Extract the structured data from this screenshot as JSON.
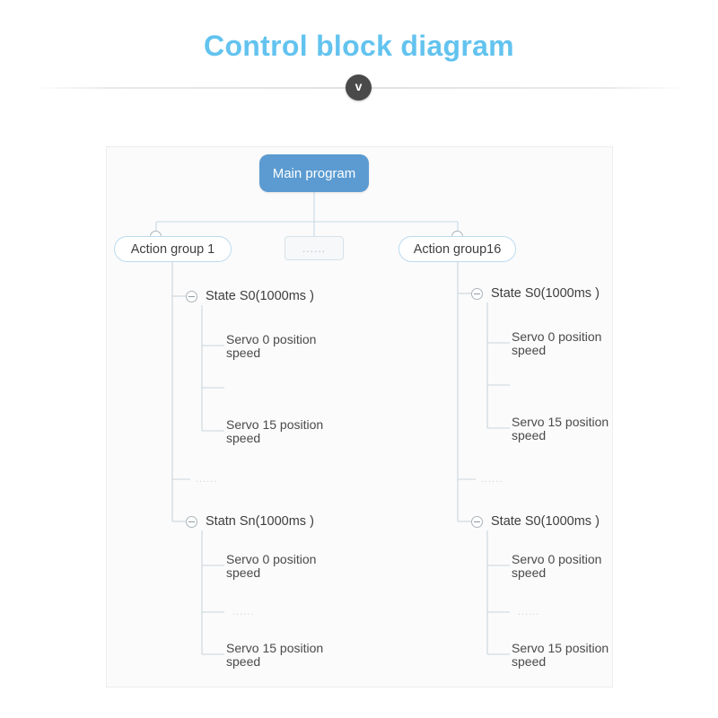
{
  "header": {
    "title": "Control block diagram",
    "title_color": "#63c3ef",
    "chevron_glyph": "v",
    "chevron_icon_name": "chevron-down-icon",
    "badge_color": "#4a4a4a"
  },
  "diagram": {
    "type": "tree",
    "panel_background": "#fbfbfb",
    "root": {
      "label": "Main program",
      "fill": "#5b9bd1",
      "text_color": "#ffffff"
    },
    "groups": [
      {
        "label": "Action group 1",
        "collapse_icon": "minus-circle-icon",
        "states": [
          {
            "label": "State S0(1000ms )",
            "collapse_icon": "minus-circle-icon",
            "children": [
              {
                "line1": "Servo 0 position",
                "line2": "speed"
              },
              {
                "line1": "",
                "line2": ""
              },
              {
                "line1": "Servo 15 position",
                "line2": "speed"
              }
            ]
          },
          {
            "label": "Statn Sn(1000ms )",
            "collapse_icon": "minus-circle-icon",
            "children": [
              {
                "line1": "Servo 0 position",
                "line2": "speed"
              },
              {
                "line1": "......",
                "line2": ""
              },
              {
                "line1": "Servo 15 position",
                "line2": "speed"
              }
            ]
          }
        ],
        "state_separator": "......"
      },
      {
        "label": "......",
        "is_placeholder": true
      },
      {
        "label": "Action group16",
        "collapse_icon": "minus-circle-icon",
        "states": [
          {
            "label": "State S0(1000ms )",
            "collapse_icon": "minus-circle-icon",
            "children": [
              {
                "line1": "Servo 0 position",
                "line2": "speed"
              },
              {
                "line1": "",
                "line2": ""
              },
              {
                "line1": "Servo 15 position",
                "line2": "speed"
              }
            ]
          },
          {
            "label": "State S0(1000ms )",
            "collapse_icon": "minus-circle-icon",
            "children": [
              {
                "line1": "Servo 0 position",
                "line2": "speed"
              },
              {
                "line1": "......",
                "line2": ""
              },
              {
                "line1": "Servo 15 position",
                "line2": "speed"
              }
            ]
          }
        ],
        "state_separator": "......"
      }
    ]
  }
}
